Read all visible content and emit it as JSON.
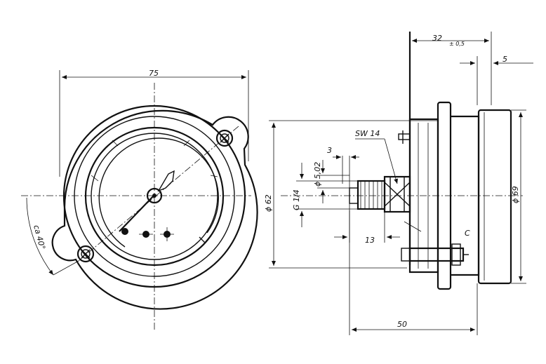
{
  "front_view": {
    "width_dim": "75",
    "angle_dim": "ca 40°"
  },
  "side_view": {
    "depth_dim": "32",
    "depth_tol": "± 0,5",
    "bezel_dim": "5",
    "height_dim": "ϕ 62",
    "case_dim": "ϕ 69",
    "wrench_dim": "SW 14",
    "thread_offset_dim": "3",
    "bore_dim": "ϕ 5,02",
    "thread_dim": "G 1/4",
    "thread_len_dim": "13",
    "overall_depth_dim": "50",
    "mark_c": "C"
  }
}
